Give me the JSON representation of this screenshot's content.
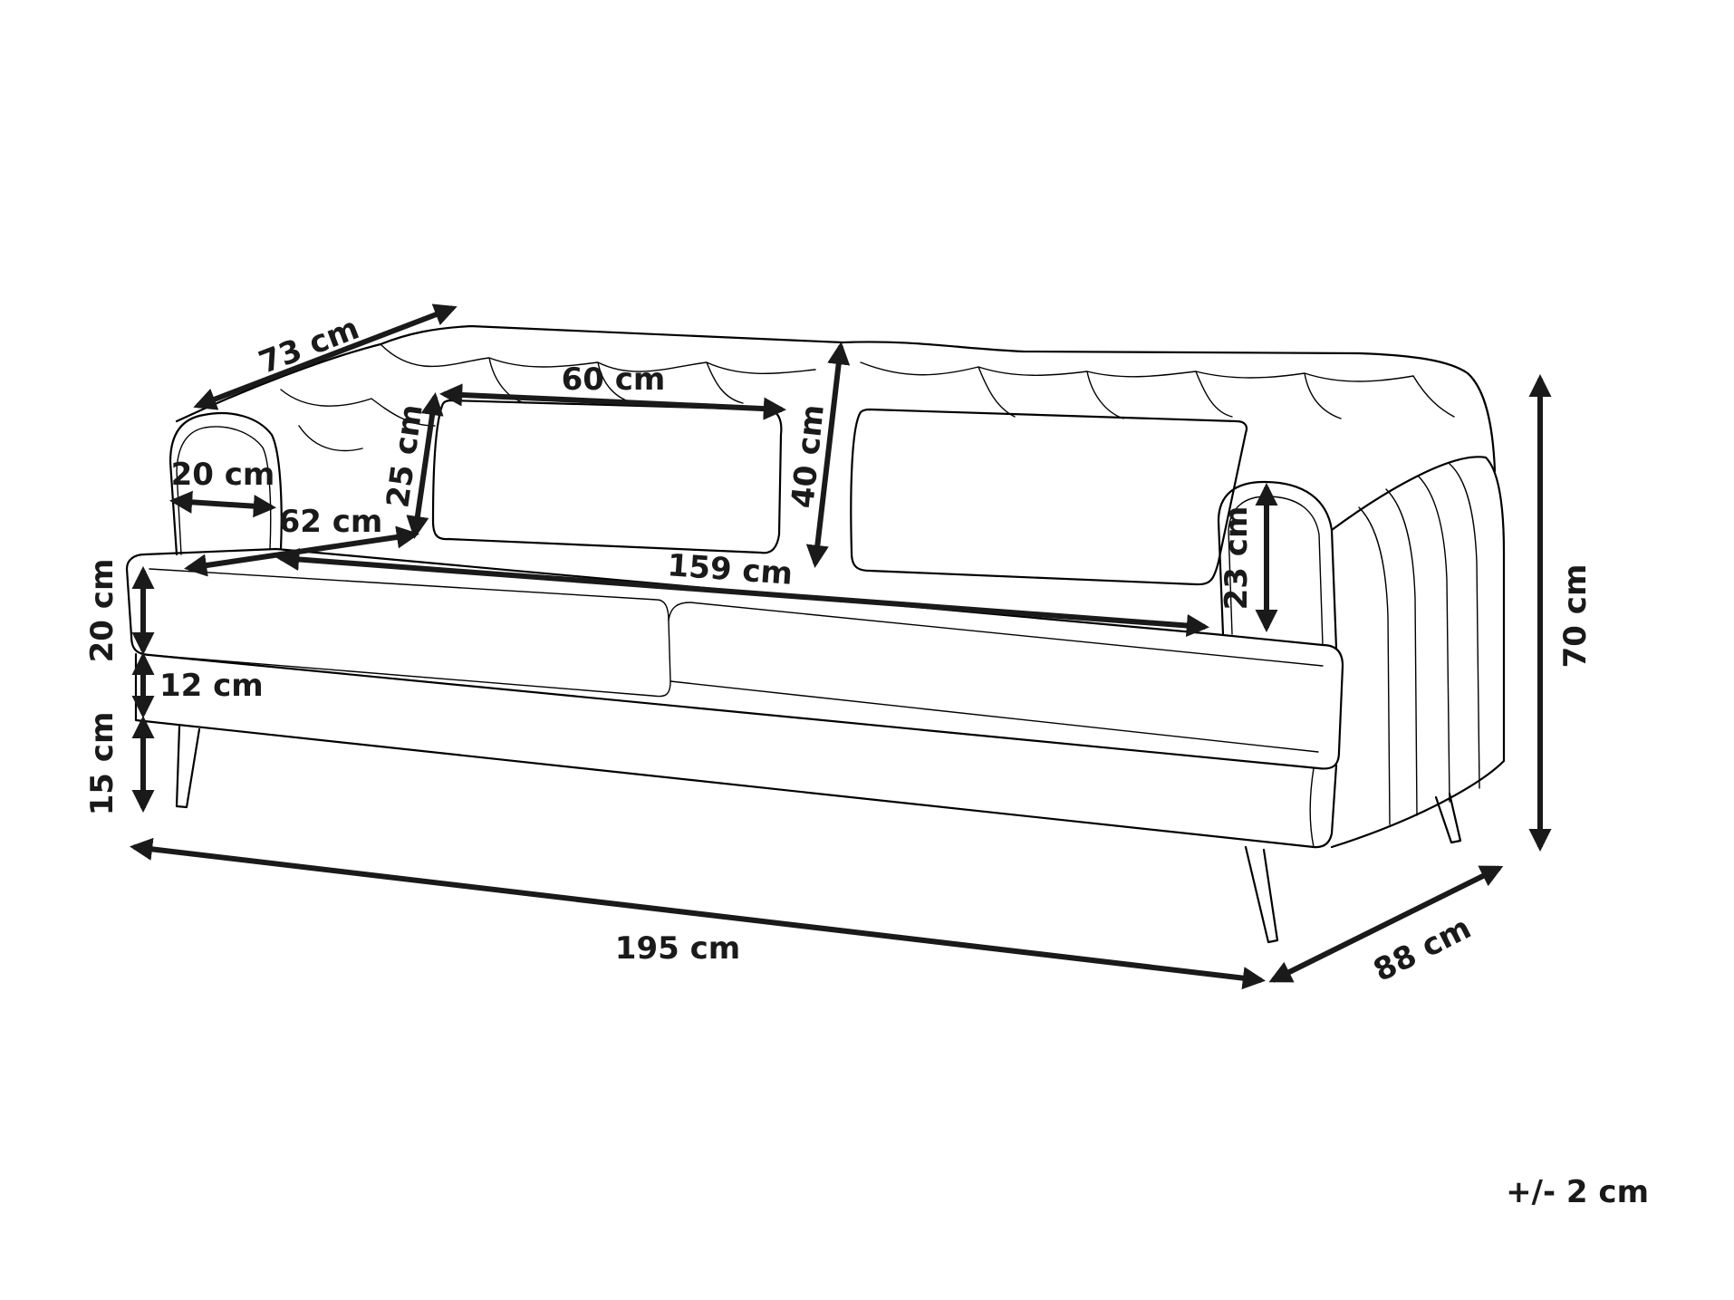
{
  "dimensions": {
    "overall_width": "195 cm",
    "overall_depth": "88 cm",
    "overall_height": "70 cm",
    "backrest_width": "159 cm",
    "seat_depth": "62 cm",
    "arm_width": "20 cm",
    "arm_height": "23 cm",
    "backrest_height": "40 cm",
    "arm_depth": "73 cm",
    "cushion_height": "25 cm",
    "cushion_width": "60 cm",
    "seat_cushion_height": "20 cm",
    "base_height": "12 cm",
    "leg_height": "15 cm"
  },
  "tolerance": "+/- 2 cm",
  "colors": {
    "line": "#000000",
    "dimension": "#1a1a1a",
    "background": "#ffffff"
  }
}
